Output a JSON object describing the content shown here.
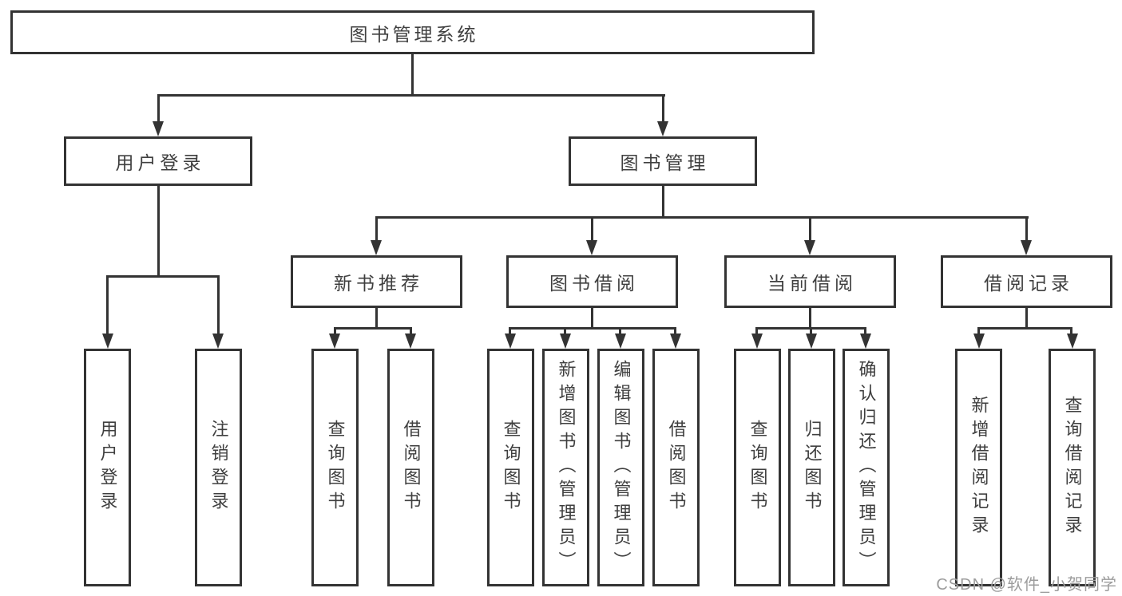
{
  "diagram": {
    "root": {
      "label": "图书管理系统"
    },
    "level2": [
      {
        "label": "用户登录"
      },
      {
        "label": "图书管理"
      }
    ],
    "level3": [
      {
        "label": "新书推荐"
      },
      {
        "label": "图书借阅"
      },
      {
        "label": "当前借阅"
      },
      {
        "label": "借阅记录"
      }
    ],
    "leaves": {
      "user_login": [
        {
          "label": "用户登录"
        },
        {
          "label": "注销登录"
        }
      ],
      "new_books": [
        {
          "label": "查询图书"
        },
        {
          "label": "借阅图书"
        }
      ],
      "book_borrow": [
        {
          "label": "查询图书"
        },
        {
          "label": "新增图书（管理员）"
        },
        {
          "label": "编辑图书（管理员）"
        },
        {
          "label": "借阅图书"
        }
      ],
      "current_borrow": [
        {
          "label": "查询图书"
        },
        {
          "label": "归还图书"
        },
        {
          "label": "确认归还（管理员）"
        }
      ],
      "borrow_records": [
        {
          "label": "新增借阅记录"
        },
        {
          "label": "查询借阅记录"
        }
      ]
    },
    "watermark": "CSDN @软件_小贺同学",
    "colors": {
      "line": "#333333",
      "text": "#3f3f3f",
      "watermark": "#9c9c9c",
      "background": "#ffffff"
    }
  }
}
